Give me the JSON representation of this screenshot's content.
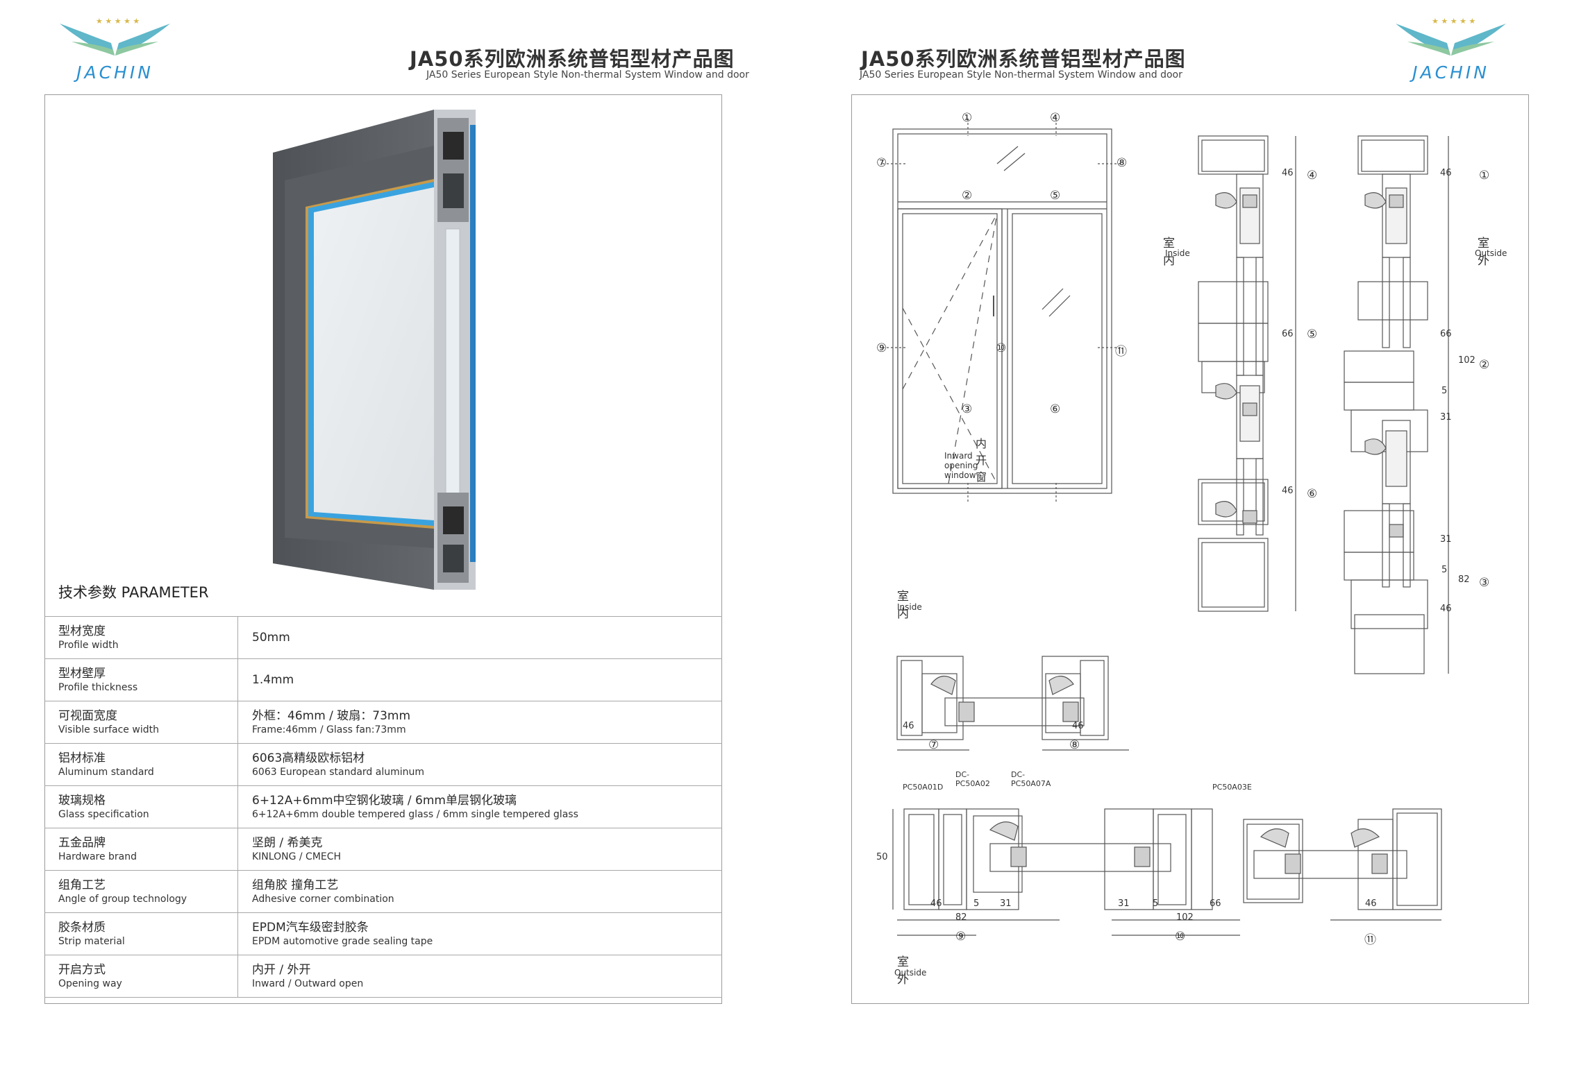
{
  "brand": {
    "logo_word": "JACHIN"
  },
  "left_page": {
    "title_zh": "JA50系列欧洲系统普铝型材产品图",
    "title_en": "JA50 Series European Style Non-thermal System Window and door"
  },
  "right_page": {
    "title_zh": "JA50系列欧洲系统普铝型材产品图",
    "title_en": "JA50 Series European Style Non-thermal System Window and door"
  },
  "parameters": {
    "heading": "技术参数  PARAMETER",
    "rows": [
      {
        "label_zh": "型材宽度",
        "label_en": "Profile width",
        "value": "50mm"
      },
      {
        "label_zh": "型材壁厚",
        "label_en": "Profile thickness",
        "value": "1.4mm"
      },
      {
        "label_zh": "可视面宽度",
        "label_en": "Visible surface width",
        "value_zh": "外框：46mm  /  玻扇：73mm",
        "value_en": "Frame:46mm  /  Glass fan:73mm"
      },
      {
        "label_zh": "铝材标准",
        "label_en": "Aluminum standard",
        "value_zh": "6063高精级欧标铝材",
        "value_en": "6063 European standard aluminum"
      },
      {
        "label_zh": "玻璃规格",
        "label_en": "Glass specification",
        "value_zh": "6+12A+6mm中空钢化玻璃   /  6mm单层钢化玻璃",
        "value_en": "6+12A+6mm double tempered glass  /  6mm single tempered glass"
      },
      {
        "label_zh": "五金品牌",
        "label_en": "Hardware brand",
        "value_zh": "坚朗  /  希美克",
        "value_en": "KINLONG  /  CMECH"
      },
      {
        "label_zh": "组角工艺",
        "label_en": "Angle of group technology",
        "value_zh": "组角胶  撞角工艺",
        "value_en": "Adhesive corner combination"
      },
      {
        "label_zh": "胶条材质",
        "label_en": "Strip material",
        "value_zh": "EPDM汽车级密封胶条",
        "value_en": "EPDM automotive grade sealing tape"
      },
      {
        "label_zh": "开启方式",
        "label_en": "Opening way",
        "value_zh": "内开  /  外开",
        "value_en": "Inward  /  Outward open"
      }
    ]
  },
  "drawing": {
    "elevation_caption_zh": "内开窗",
    "elevation_caption_en": "Inward opening window",
    "markers": [
      "①",
      "②",
      "③",
      "④",
      "⑤",
      "⑥",
      "⑦",
      "⑧",
      "⑨",
      "⑩",
      "⑪"
    ],
    "inside_zh": "室内",
    "inside_en": "Inside",
    "outside_zh": "室外",
    "outside_en": "Outside",
    "part_codes": [
      "PC50A01D",
      "DC-PC50A02",
      "DC-PC50A07A",
      "PC50A03E"
    ],
    "dims": {
      "d46": "46",
      "d66": "66",
      "d102": "102",
      "d31": "31",
      "d5": "5",
      "d82": "82",
      "d50": "50"
    }
  }
}
